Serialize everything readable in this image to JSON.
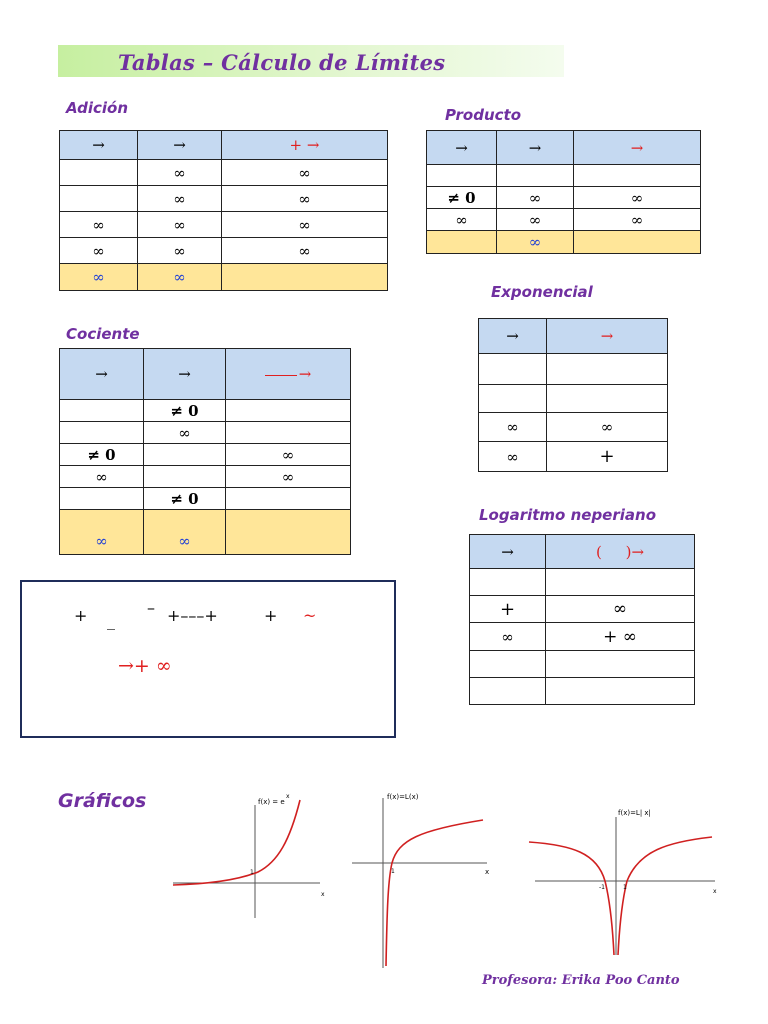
{
  "title": "Tablas – Cálculo de Límites",
  "colors": {
    "accent": "#7030a0",
    "header_fill": "#c5d9f1",
    "result_fill": "#ffe699",
    "red": "#e02020",
    "blue": "#1f3fd6"
  },
  "sections": {
    "adicion": {
      "title": "Adición",
      "header": [
        "→",
        "→",
        "+ →"
      ],
      "rows": [
        [
          "",
          "∞",
          "∞"
        ],
        [
          "",
          "∞",
          "∞"
        ],
        [
          "∞",
          "∞",
          "∞"
        ],
        [
          "∞",
          "∞",
          "∞"
        ]
      ],
      "footer": [
        "∞",
        "∞",
        ""
      ]
    },
    "producto": {
      "title": "Producto",
      "header": [
        "→",
        "→",
        "→"
      ],
      "rows": [
        [
          "",
          "",
          ""
        ],
        [
          "≠ 0",
          "∞",
          "∞"
        ],
        [
          "∞",
          "∞",
          "∞"
        ]
      ],
      "footer": [
        "",
        "∞",
        ""
      ]
    },
    "exponencial": {
      "title": "Exponencial",
      "header": [
        "→",
        "→"
      ],
      "rows": [
        [
          "",
          ""
        ],
        [
          "",
          ""
        ],
        [
          "∞",
          "∞"
        ],
        [
          "∞",
          "+"
        ]
      ]
    },
    "cociente": {
      "title": "Cociente",
      "header": [
        "→",
        "→",
        "→"
      ],
      "rows": [
        [
          "",
          "≠ 0",
          ""
        ],
        [
          "",
          "∞",
          ""
        ],
        [
          "≠ 0",
          "",
          "∞"
        ],
        [
          "∞",
          "",
          "∞"
        ],
        [
          "",
          "≠ 0",
          ""
        ]
      ],
      "footer": [
        "∞",
        "∞",
        ""
      ]
    },
    "logaritmo": {
      "title": "Logaritmo neperiano",
      "header": [
        "→",
        "(     )→"
      ],
      "rows": [
        [
          "",
          ""
        ],
        [
          "+",
          "∞"
        ],
        [
          "∞",
          "+ ∞"
        ],
        [
          "",
          ""
        ],
        [
          "",
          ""
        ]
      ]
    }
  },
  "formula_box": {
    "line1": [
      "+",
      "_",
      "–",
      "+–––+",
      "+",
      "~"
    ],
    "line2": "→+ ∞"
  },
  "graficos": {
    "title": "Gráficos",
    "graph1": {
      "label": "f(x) = e",
      "sup": "x",
      "tick": "1",
      "axis": "x"
    },
    "graph2": {
      "label": "f(x)=L(x)",
      "tick": "1",
      "axis": "x"
    },
    "graph3": {
      "label": "f(x)=L| x|",
      "tick_neg": "-1",
      "tick_pos": "1",
      "axis": "x"
    }
  },
  "author": "Profesora: Erika Poo Canto"
}
